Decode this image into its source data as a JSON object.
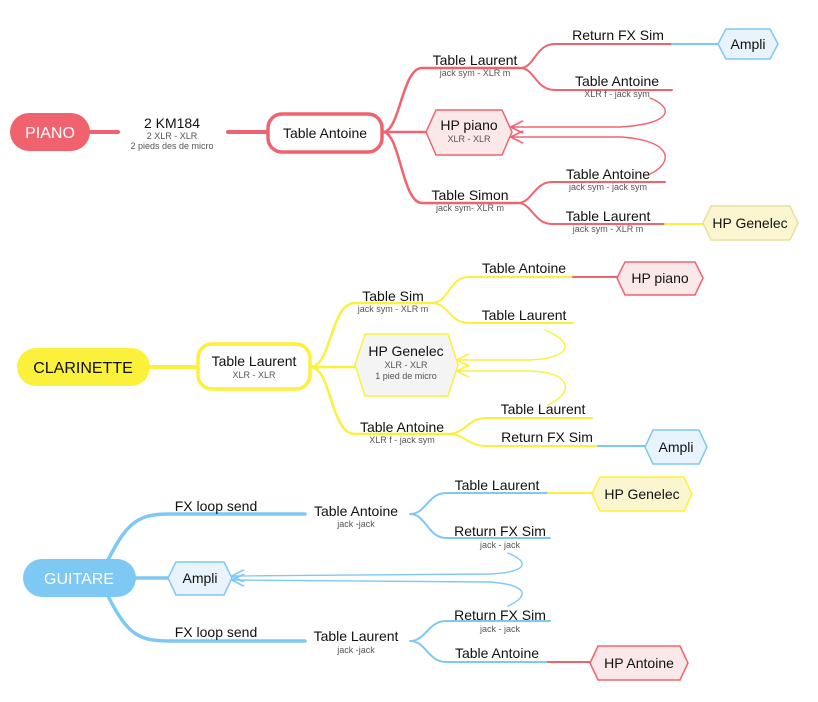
{
  "colors": {
    "red": "#f0636e",
    "red_fill": "#fbe9ea",
    "yellow": "#fbf03a",
    "yellow_fill": "#fbf6cf",
    "blue": "#7ec8f4",
    "blue_fill": "#e8f3fb",
    "text_dark": "#111111",
    "text_sub": "#555555"
  },
  "piano": {
    "root": "PIANO",
    "mic_title": "2 KM184",
    "mic_line1": "2 XLR - XLR",
    "mic_line2": "2 pieds des de micro",
    "hub": "Table Antoine",
    "b1_title": "Table Laurent",
    "b1_sub": "jack sym - XLR m",
    "b1_c1": "Return FX Sim",
    "b1_c1_target": "Ampli",
    "b1_c2_title": "Table Antoine",
    "b1_c2_sub": "XLR f - jack sym",
    "hp_title": "HP piano",
    "hp_sub": "XLR - XLR",
    "b3_title": "Table Simon",
    "b3_sub": "jack sym- XLR m",
    "b3_c1_title": "Table Antoine",
    "b3_c1_sub": "jack sym - jack sym",
    "b3_c2_title": "Table Laurent",
    "b3_c2_sub": "jack sym - XLR m",
    "b3_c2_target": "HP Genelec"
  },
  "clarinette": {
    "root": "CLARINETTE",
    "hub_title": "Table Laurent",
    "hub_sub": "XLR - XLR",
    "b1_title": "Table Sim",
    "b1_sub": "jack sym - XLR m",
    "b1_c1": "Table Antoine",
    "b1_c1_target": "HP piano",
    "b1_c2": "Table Laurent",
    "hp_title": "HP Genelec",
    "hp_line1": "XLR - XLR",
    "hp_line2": "1 pied de micro",
    "b3_title": "Table Antoine",
    "b3_sub": "XLR f - jack sym",
    "b3_c1": "Table Laurent",
    "b3_c2": "Return FX Sim",
    "b3_c2_target": "Ampli"
  },
  "guitare": {
    "root": "GUITARE",
    "top_edge": "FX loop send",
    "top_node_title": "Table Antoine",
    "top_node_sub": "jack -jack",
    "top_c1": "Table Laurent",
    "top_c1_target": "HP Genelec",
    "top_c2_title": "Return FX Sim",
    "top_c2_sub": "jack - jack",
    "ampli": "Ampli",
    "bot_edge": "FX loop send",
    "bot_node_title": "Table Laurent",
    "bot_node_sub": "jack -jack",
    "bot_c1_title": "Return FX Sim",
    "bot_c1_sub": "jack - jack",
    "bot_c2": "Table Antoine",
    "bot_c2_target": "HP Antoine"
  }
}
